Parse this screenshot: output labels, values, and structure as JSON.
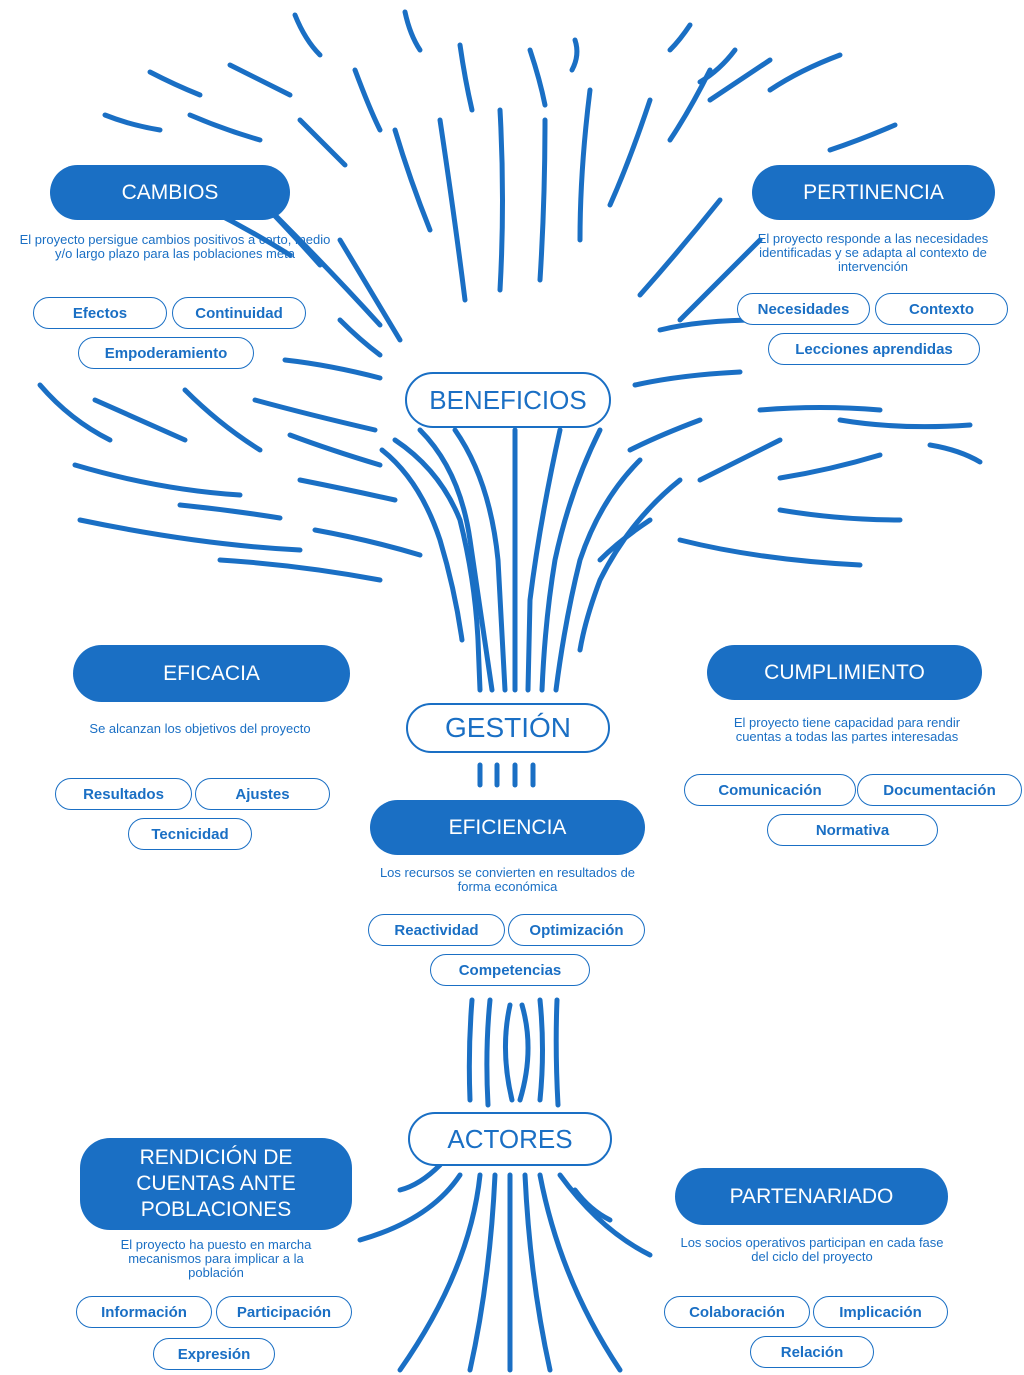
{
  "nodes": {
    "beneficios": "BENEFICIOS",
    "gestion": "GESTIÓN",
    "actores": "ACTORES"
  },
  "cambios": {
    "title": "CAMBIOS",
    "desc": "El proyecto persigue cambios positivos a corto, medio y/o largo plazo para las poblaciones meta",
    "tags": [
      "Efectos",
      "Continuidad",
      "Empoderamiento"
    ]
  },
  "pertinencia": {
    "title": "PERTINENCIA",
    "desc": "El proyecto responde a las necesidades identificadas y se adapta al contexto de intervención",
    "tags": [
      "Necesidades",
      "Contexto",
      "Lecciones aprendidas"
    ]
  },
  "eficacia": {
    "title": "EFICACIA",
    "desc": "Se alcanzan los objetivos del proyecto",
    "tags": [
      "Resultados",
      "Ajustes",
      "Tecnicidad"
    ]
  },
  "cumplimiento": {
    "title": "CUMPLIMIENTO",
    "desc": "El proyecto tiene capacidad para rendir cuentas a todas las partes interesadas",
    "tags": [
      "Comunicación",
      "Documentación",
      "Normativa"
    ]
  },
  "eficiencia": {
    "title": "EFICIENCIA",
    "desc": "Los recursos se convierten en resultados de forma económica",
    "tags": [
      "Reactividad",
      "Optimización",
      "Competencias"
    ]
  },
  "rendicion": {
    "title_lines": [
      "RENDICIÓN DE",
      "CUENTAS ANTE",
      "POBLACIONES"
    ],
    "desc": "El proyecto ha puesto en marcha mecanismos para implicar a la población",
    "tags": [
      "Información",
      "Participación",
      "Expresión"
    ]
  },
  "partenariado": {
    "title": "PARTENARIADO",
    "desc": "Los socios operativos participan en cada fase del ciclo del proyecto",
    "tags": [
      "Colaboración",
      "Implicación",
      "Relación"
    ]
  },
  "colors": {
    "primary": "#1a6fc4",
    "text_on_primary": "#ffffff"
  }
}
